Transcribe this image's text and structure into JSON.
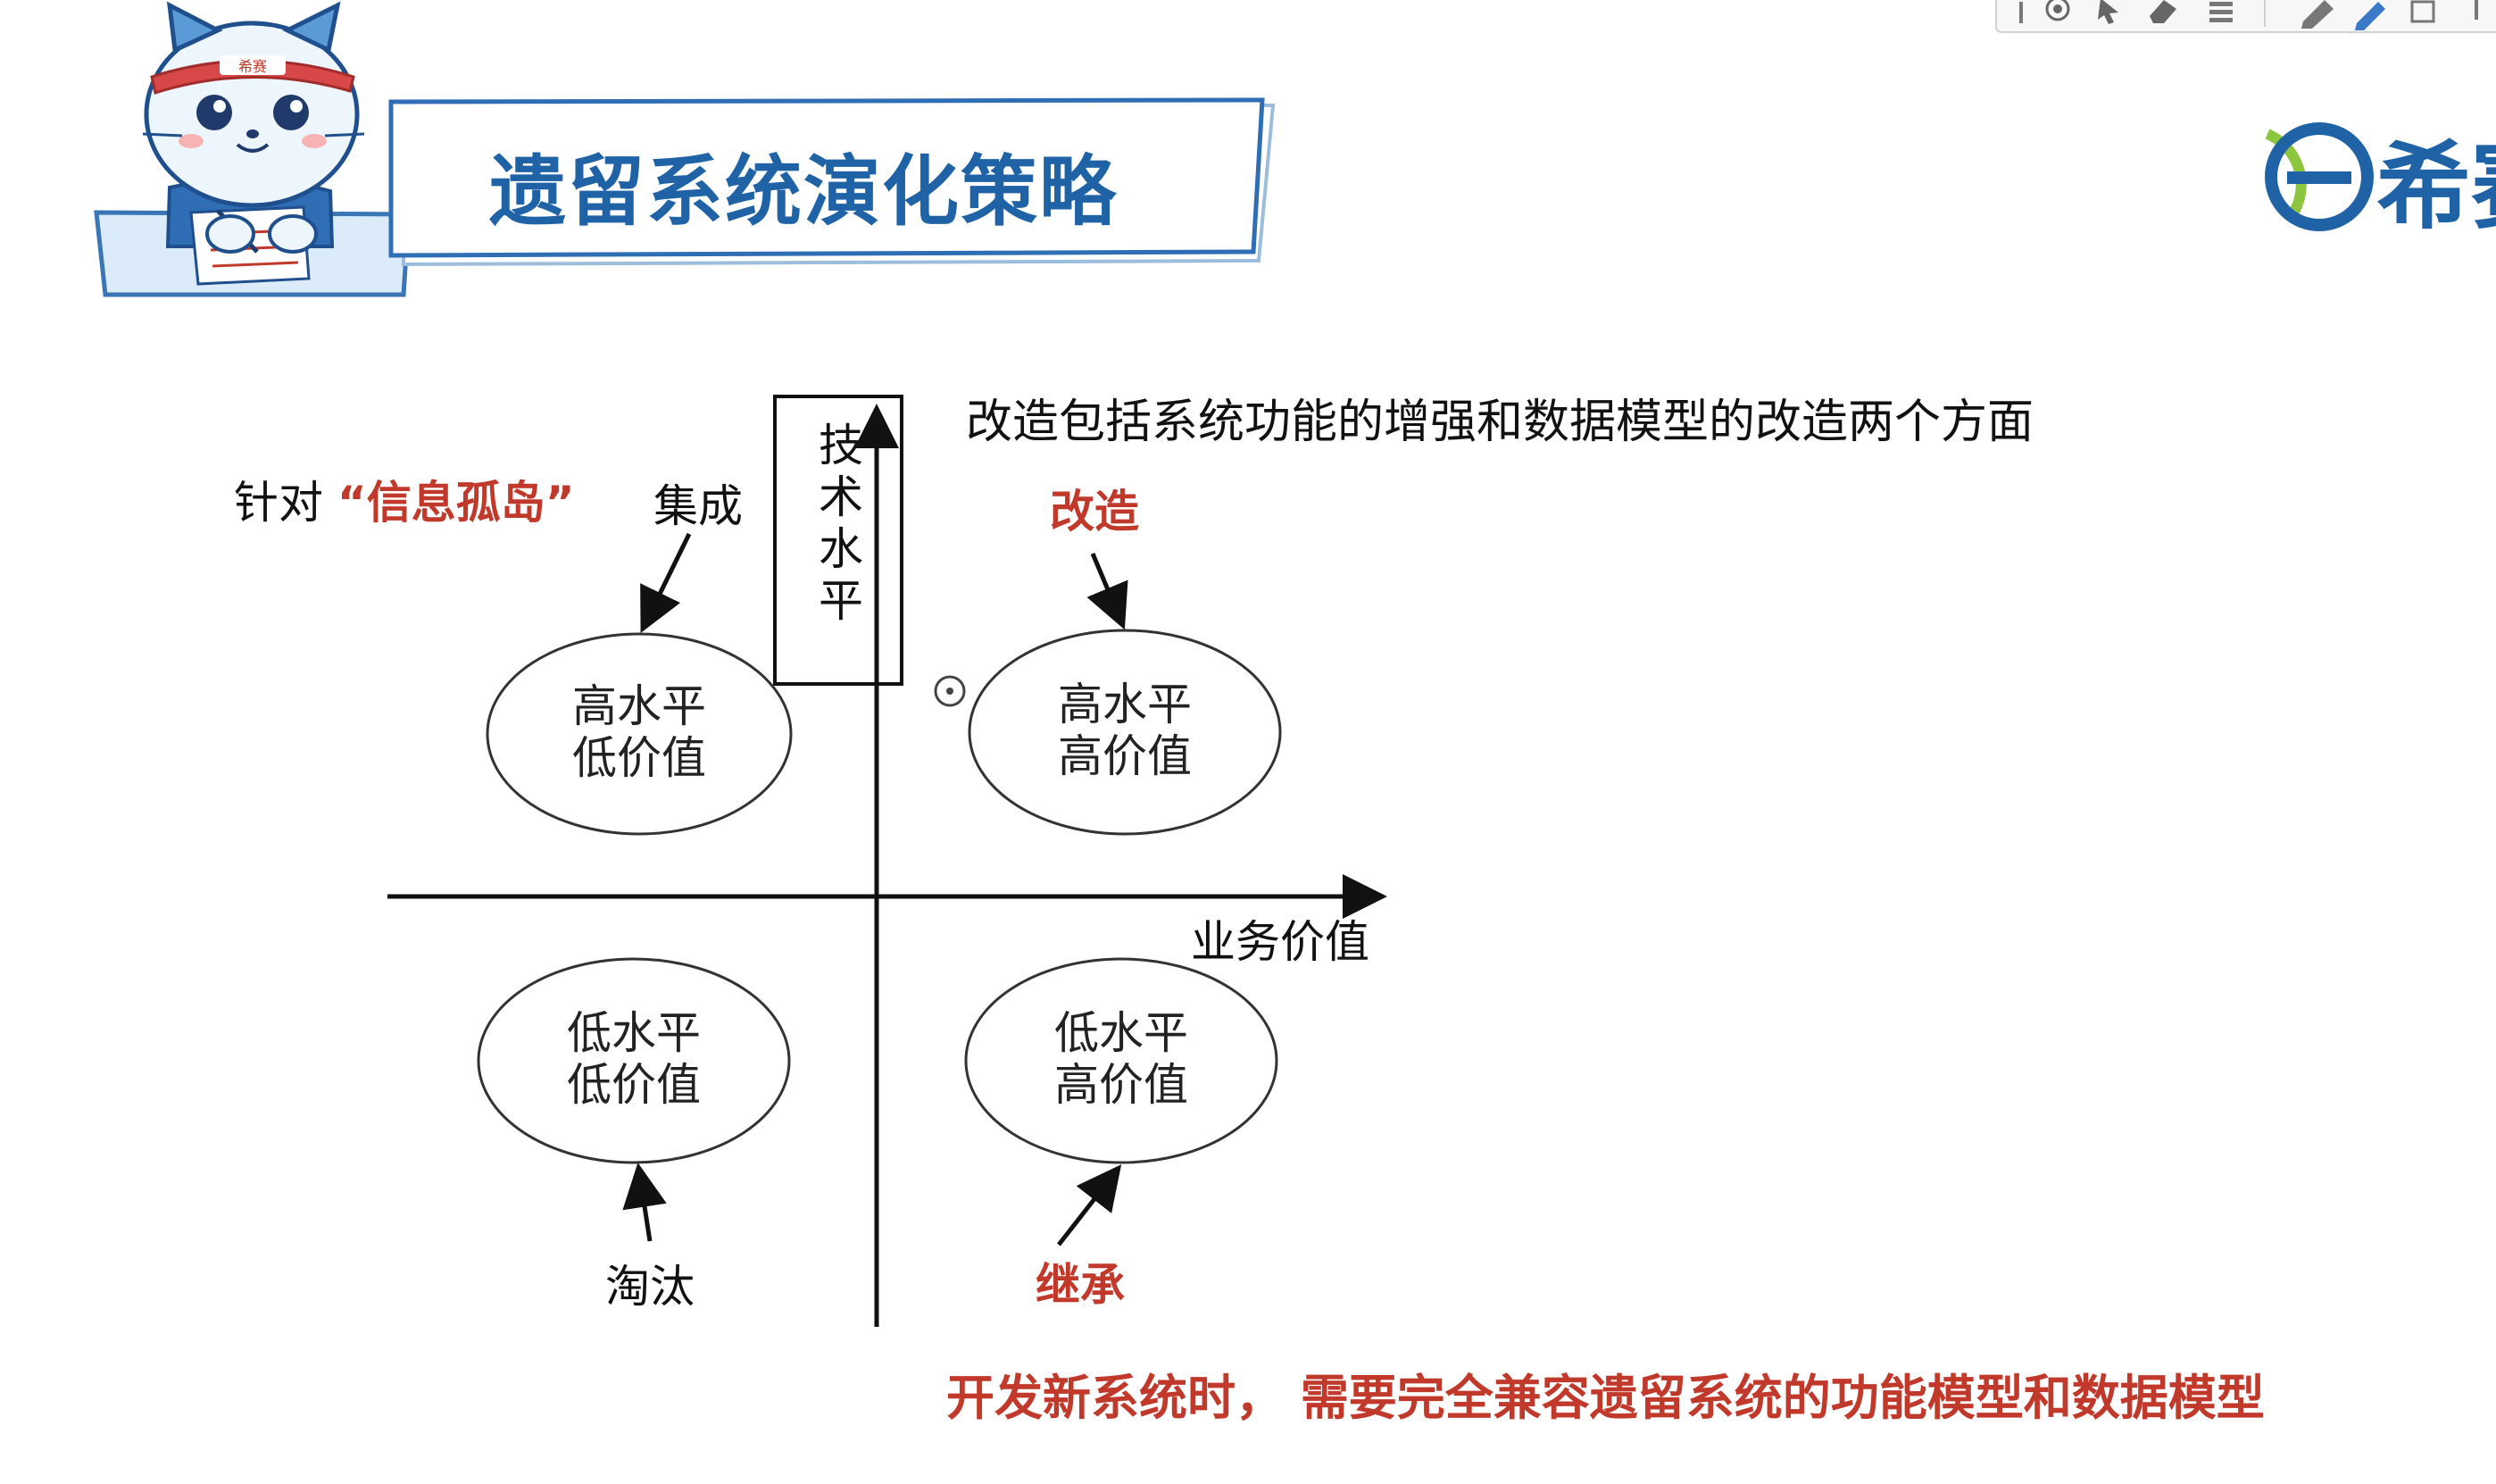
{
  "slide": {
    "title": "遗留系统演化策略",
    "logo_text": "希赛",
    "logo_badge_text": "希赛",
    "mascot_badge_text": "希赛"
  },
  "toolbar": {
    "tools": [
      {
        "icon": "record-icon"
      },
      {
        "icon": "pointer-icon"
      },
      {
        "icon": "eraser-icon"
      },
      {
        "icon": "menu-icon"
      },
      {
        "icon": "highlighter-icon"
      },
      {
        "icon": "pen-icon"
      },
      {
        "icon": "window-icon"
      }
    ]
  },
  "diagram": {
    "y_axis_label": "技术水平",
    "x_axis_label": "业务价值",
    "quadrants": {
      "top_left": {
        "line1": "高水平",
        "line2": "低价值"
      },
      "top_right": {
        "line1": "高水平",
        "line2": "高价值"
      },
      "bottom_left": {
        "line1": "低水平",
        "line2": "低价值"
      },
      "bottom_right": {
        "line1": "低水平",
        "line2": "高价值"
      }
    },
    "strategies": {
      "integrate": "集成",
      "transform": "改造",
      "eliminate": "淘汰",
      "inherit": "继承"
    },
    "island_note_prefix": "针对",
    "island_note_quoted": "“信息孤岛”",
    "transform_note": "改造包括系统功能的增强和数据模型的改造两个方面",
    "inherit_note_part1": "开发新系统时，",
    "inherit_note_part2": "需要完全兼容遗留系统的功能模型和数据模型"
  },
  "colors": {
    "title_blue": "#1f63a6",
    "banner_blue": "#7aa6d2",
    "emphasis_red": "#c0392b",
    "body_text": "#222222",
    "logo_blue": "#1f63a6",
    "logo_green": "#8cc63f"
  }
}
